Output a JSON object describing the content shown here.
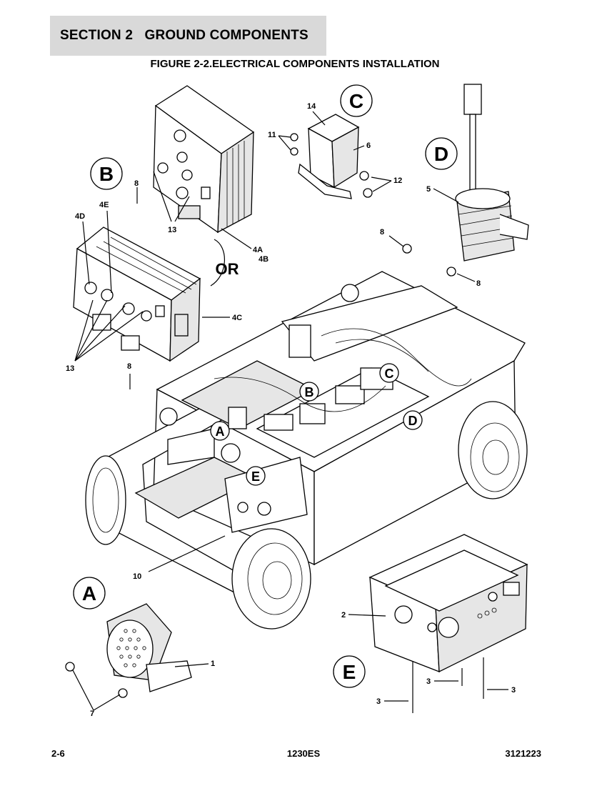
{
  "header": {
    "section": "SECTION 2   GROUND COMPONENTS",
    "figure_title": "FIGURE 2-2.ELECTRICAL COMPONENTS INSTALLATION"
  },
  "details": {
    "A": "A",
    "B": "B",
    "C": "C",
    "D": "D",
    "E": "E",
    "or": "OR"
  },
  "callouts": {
    "c1": "1",
    "c2": "2",
    "c3a": "3",
    "c3b": "3",
    "c3c": "3",
    "c4a": "4A",
    "c4b": "4B",
    "c4c": "4C",
    "c4d": "4D",
    "c4e": "4E",
    "c5": "5",
    "c6": "6",
    "c7": "7",
    "c8a": "8",
    "c8b": "8",
    "c8c": "8",
    "c8d": "8",
    "c10": "10",
    "c11": "11",
    "c12": "12",
    "c13a": "13",
    "c13b": "13",
    "c14": "14"
  },
  "footer": {
    "page": "2-6",
    "model": "1230ES",
    "doc_number": "3121223"
  }
}
